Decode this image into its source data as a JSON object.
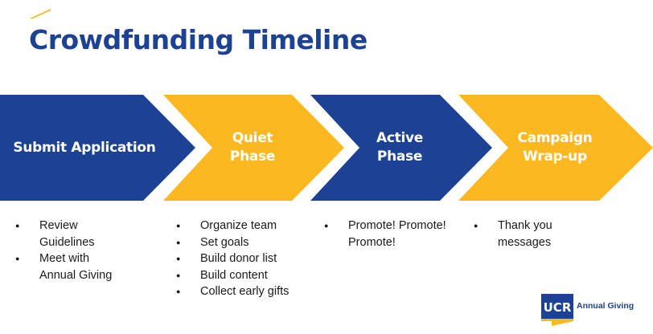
{
  "slide": {
    "title": "Crowdfunding Timeline",
    "colors": {
      "blue": "#1d4294",
      "gold": "#fbb821"
    }
  },
  "stages": [
    {
      "lines": [
        "Submit Application"
      ],
      "color": "blue",
      "items": [
        "Review Guidelines",
        "Meet with Annual Giving"
      ]
    },
    {
      "lines": [
        "Quiet",
        "Phase"
      ],
      "color": "gold",
      "items": [
        "Organize team",
        "Set goals",
        "Build donor list",
        "Build content",
        "Collect early gifts"
      ]
    },
    {
      "lines": [
        "Active",
        "Phase"
      ],
      "color": "blue",
      "items": [
        "Promote! Promote! Promote!"
      ]
    },
    {
      "lines": [
        "Campaign",
        "Wrap-up"
      ],
      "color": "gold",
      "items": [
        "Thank you messages"
      ]
    }
  ],
  "logo": {
    "badge": "UCR",
    "text": "Annual Giving"
  }
}
